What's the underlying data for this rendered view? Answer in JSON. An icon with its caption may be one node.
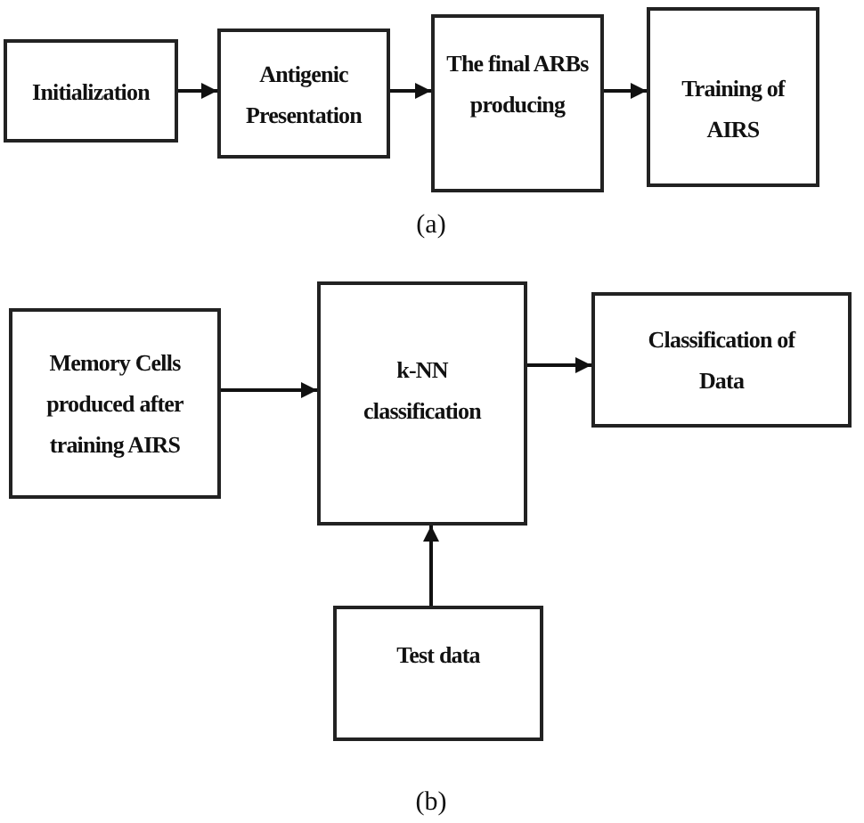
{
  "diagram": {
    "nodes": [
      {
        "text": [
          "Initialization"
        ]
      },
      {
        "text": [
          "Antigenic Presentation"
        ]
      },
      {
        "text": [
          "The final ARBs producing"
        ]
      },
      {
        "text": [
          "Training of AIRS"
        ]
      },
      {
        "text": [
          "Memory Cells produced after training AIRS"
        ]
      },
      {
        "text": [
          "k-NN classification"
        ]
      },
      {
        "text": [
          "Classification of Data"
        ]
      },
      {
        "text": [
          "Test data"
        ]
      }
    ],
    "edges": [
      {
        "from": 0,
        "to": 1,
        "arrow": "to"
      },
      {
        "from": 1,
        "to": 2,
        "arrow": "to"
      },
      {
        "from": 2,
        "to": 3,
        "arrow": "to"
      },
      {
        "from": 4,
        "to": 5,
        "arrow": "to"
      },
      {
        "from": 5,
        "to": 6,
        "arrow": "to"
      },
      {
        "from": 7,
        "to": 5,
        "arrow": "to"
      }
    ],
    "labels": [
      "(a)",
      "(b)"
    ]
  }
}
